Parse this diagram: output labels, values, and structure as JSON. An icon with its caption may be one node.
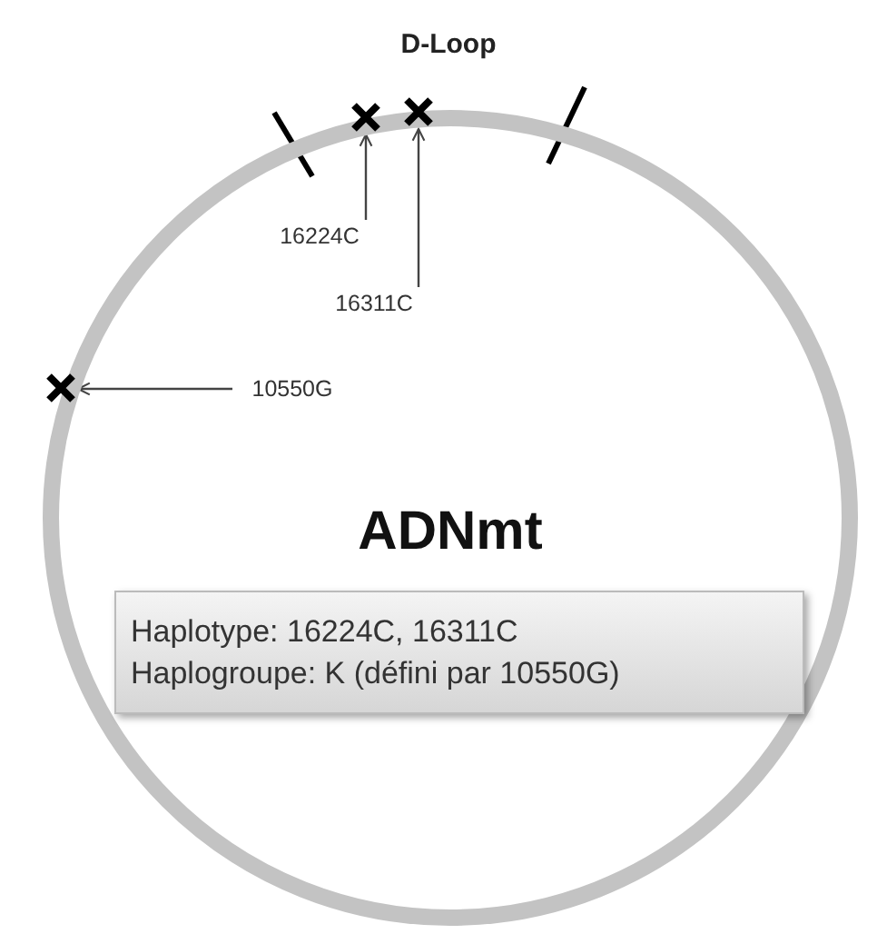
{
  "diagram": {
    "nodes": [
      {
        "text": [
          "ADNmt"
        ]
      },
      {
        "text": [
          "Haplotype: 16224C, 16311C",
          "Haplogroupe: K (défini par 10550G)"
        ],
        "in": 0
      },
      {
        "text": [],
        "shape": "cross"
      },
      {
        "text": [],
        "shape": "cross"
      },
      {
        "text": [],
        "shape": "cross"
      },
      {
        "text": [
          "16224C"
        ],
        "in": 0
      },
      {
        "text": [
          "16311C"
        ],
        "in": 0
      },
      {
        "text": [
          "10550G"
        ],
        "in": 0
      }
    ],
    "edges": [
      {
        "from": 5,
        "to": 2,
        "arrow": "to"
      },
      {
        "from": 6,
        "to": 3,
        "arrow": "to"
      },
      {
        "from": 7,
        "to": 4,
        "arrow": "to"
      }
    ],
    "labels": [
      "D-Loop"
    ]
  }
}
